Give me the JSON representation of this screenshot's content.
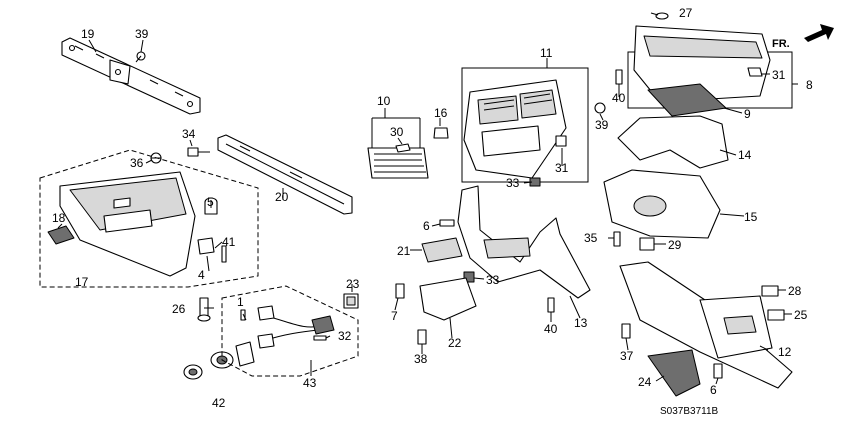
{
  "diagram": {
    "direction_label": "FR.",
    "catalog_code": "S037B3711B",
    "callouts": {
      "c1": "1",
      "c4": "4",
      "c5": "5",
      "c6a": "6",
      "c6b": "6",
      "c7": "7",
      "c8": "8",
      "c9": "9",
      "c10": "10",
      "c11": "11",
      "c12": "12",
      "c13": "13",
      "c14": "14",
      "c15": "15",
      "c16": "16",
      "c17": "17",
      "c18": "18",
      "c19": "19",
      "c20": "20",
      "c21": "21",
      "c22": "22",
      "c23": "23",
      "c24": "24",
      "c25": "25",
      "c26": "26",
      "c27": "27",
      "c28": "28",
      "c29": "29",
      "c30": "30",
      "c31a": "31",
      "c31b": "31",
      "c32": "32",
      "c33a": "33",
      "c33b": "33",
      "c34": "34",
      "c35": "35",
      "c36": "36",
      "c37": "37",
      "c38": "38",
      "c39a": "39",
      "c39b": "39",
      "c40a": "40",
      "c40b": "40",
      "c41": "41",
      "c42": "42",
      "c43": "43"
    }
  }
}
